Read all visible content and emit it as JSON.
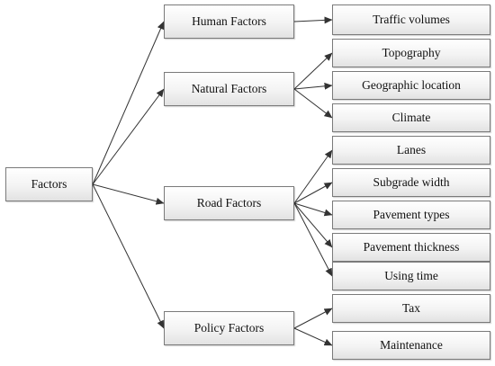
{
  "root": {
    "label": "Factors"
  },
  "categories": [
    {
      "label": "Human Factors",
      "items": [
        "Traffic volumes"
      ]
    },
    {
      "label": "Natural Factors",
      "items": [
        "Topography",
        "Geographic location",
        "Climate"
      ]
    },
    {
      "label": "Road Factors",
      "items": [
        "Lanes",
        "Subgrade width",
        "Pavement types",
        "Pavement thickness",
        "Using time"
      ]
    },
    {
      "label": "Policy Factors",
      "items": [
        "Tax",
        "Maintenance"
      ]
    }
  ],
  "colors": {
    "border": "#7a7a7a",
    "arrow": "#333333",
    "text": "#111111"
  }
}
